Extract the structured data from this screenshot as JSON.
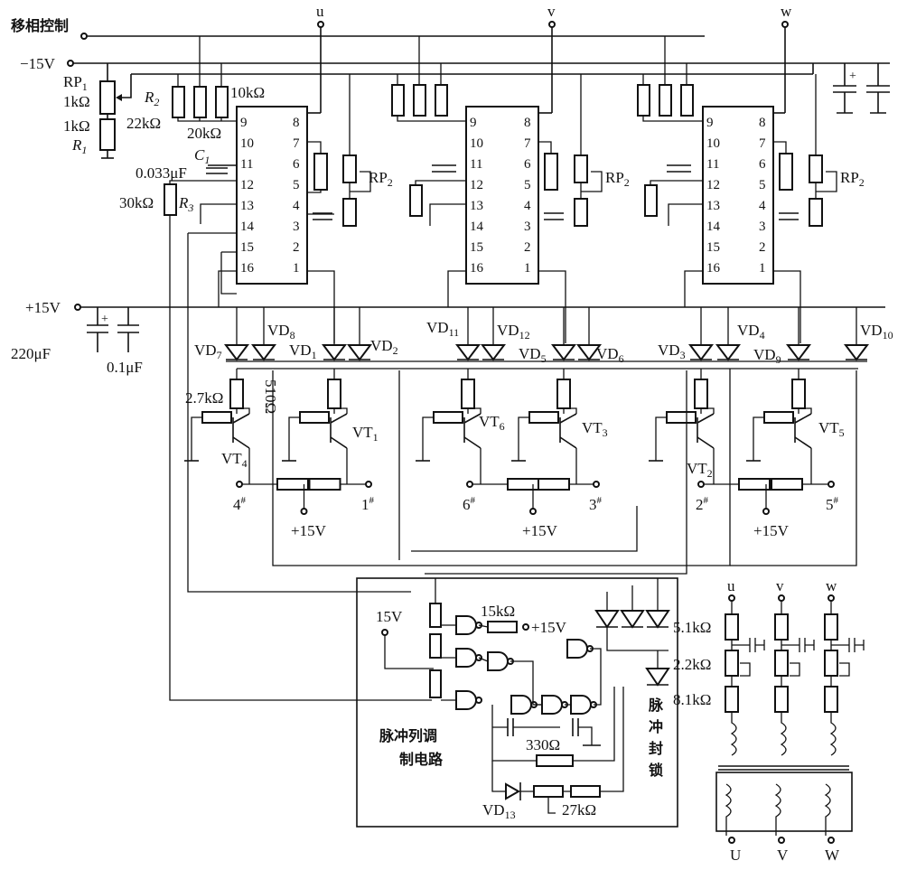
{
  "supply": {
    "phase_ctrl": "移相控制",
    "neg15": "−15V",
    "pos15": "+15V",
    "pos15b": "+15V",
    "v15": "15V",
    "pos15_pulse": "+15V",
    "phase_u": "u",
    "phase_v": "v",
    "phase_w": "w"
  },
  "components": {
    "rp1": "RP",
    "rp1_sub": "1",
    "rp1_val": "1kΩ",
    "r1_val": "1kΩ",
    "r1": "R",
    "r1_sub": "1",
    "r2": "R",
    "r2_sub": "2",
    "r2_val": "22kΩ",
    "r20k": "20kΩ",
    "r10k": "10kΩ",
    "c1": "C",
    "c1_sub": "1",
    "c1_val": "0.033μF",
    "r3_val": "30kΩ",
    "r3": "R",
    "r3_sub": "3",
    "rp2": "RP",
    "rp2_sub": "2",
    "cap220": "220μF",
    "cap01": "0.1μF",
    "r27": "2.7kΩ",
    "r510": "510Ω",
    "r15k": "15kΩ",
    "r330": "330Ω",
    "r27k": "27kΩ",
    "r51k": "5.1kΩ",
    "r22k": "2.2kΩ",
    "r81k": "8.1kΩ"
  },
  "ic_pins": {
    "left": [
      "9",
      "10",
      "11",
      "12",
      "13",
      "14",
      "15",
      "16"
    ],
    "right": [
      "8",
      "7",
      "6",
      "5",
      "4",
      "3",
      "2",
      "1"
    ]
  },
  "diodes": {
    "vd7": "VD",
    "vd7_sub": "7",
    "vd8": "VD",
    "vd8_sub": "8",
    "vd1": "VD",
    "vd1_sub": "1",
    "vd2": "VD",
    "vd2_sub": "2",
    "vd11": "VD",
    "vd11_sub": "11",
    "vd12": "VD",
    "vd12_sub": "12",
    "vd5": "VD",
    "vd5_sub": "5",
    "vd6": "VD",
    "vd6_sub": "6",
    "vd3": "VD",
    "vd3_sub": "3",
    "vd4": "VD",
    "vd4_sub": "4",
    "vd9": "VD",
    "vd9_sub": "9",
    "vd10": "VD",
    "vd10_sub": "10",
    "vd13": "VD",
    "vd13_sub": "13"
  },
  "transistors": {
    "vt1": "VT",
    "vt1_sub": "1",
    "vt4": "VT",
    "vt4_sub": "4",
    "vt6": "VT",
    "vt6_sub": "6",
    "vt3": "VT",
    "vt3_sub": "3",
    "vt2": "VT",
    "vt2_sub": "2",
    "vt5": "VT",
    "vt5_sub": "5"
  },
  "outputs": {
    "o4": "4",
    "o1": "1",
    "o6": "6",
    "o3": "3",
    "o2": "2",
    "o5": "5",
    "hash": "#"
  },
  "blocks": {
    "modulation_line1": "脉冲列调",
    "modulation_line2": "制电路",
    "lock_1": "脉",
    "lock_2": "冲",
    "lock_3": "封",
    "lock_4": "锁"
  },
  "transformer": {
    "top_u": "u",
    "top_v": "v",
    "top_w": "w",
    "bot_u": "U",
    "bot_v": "V",
    "bot_w": "W"
  }
}
